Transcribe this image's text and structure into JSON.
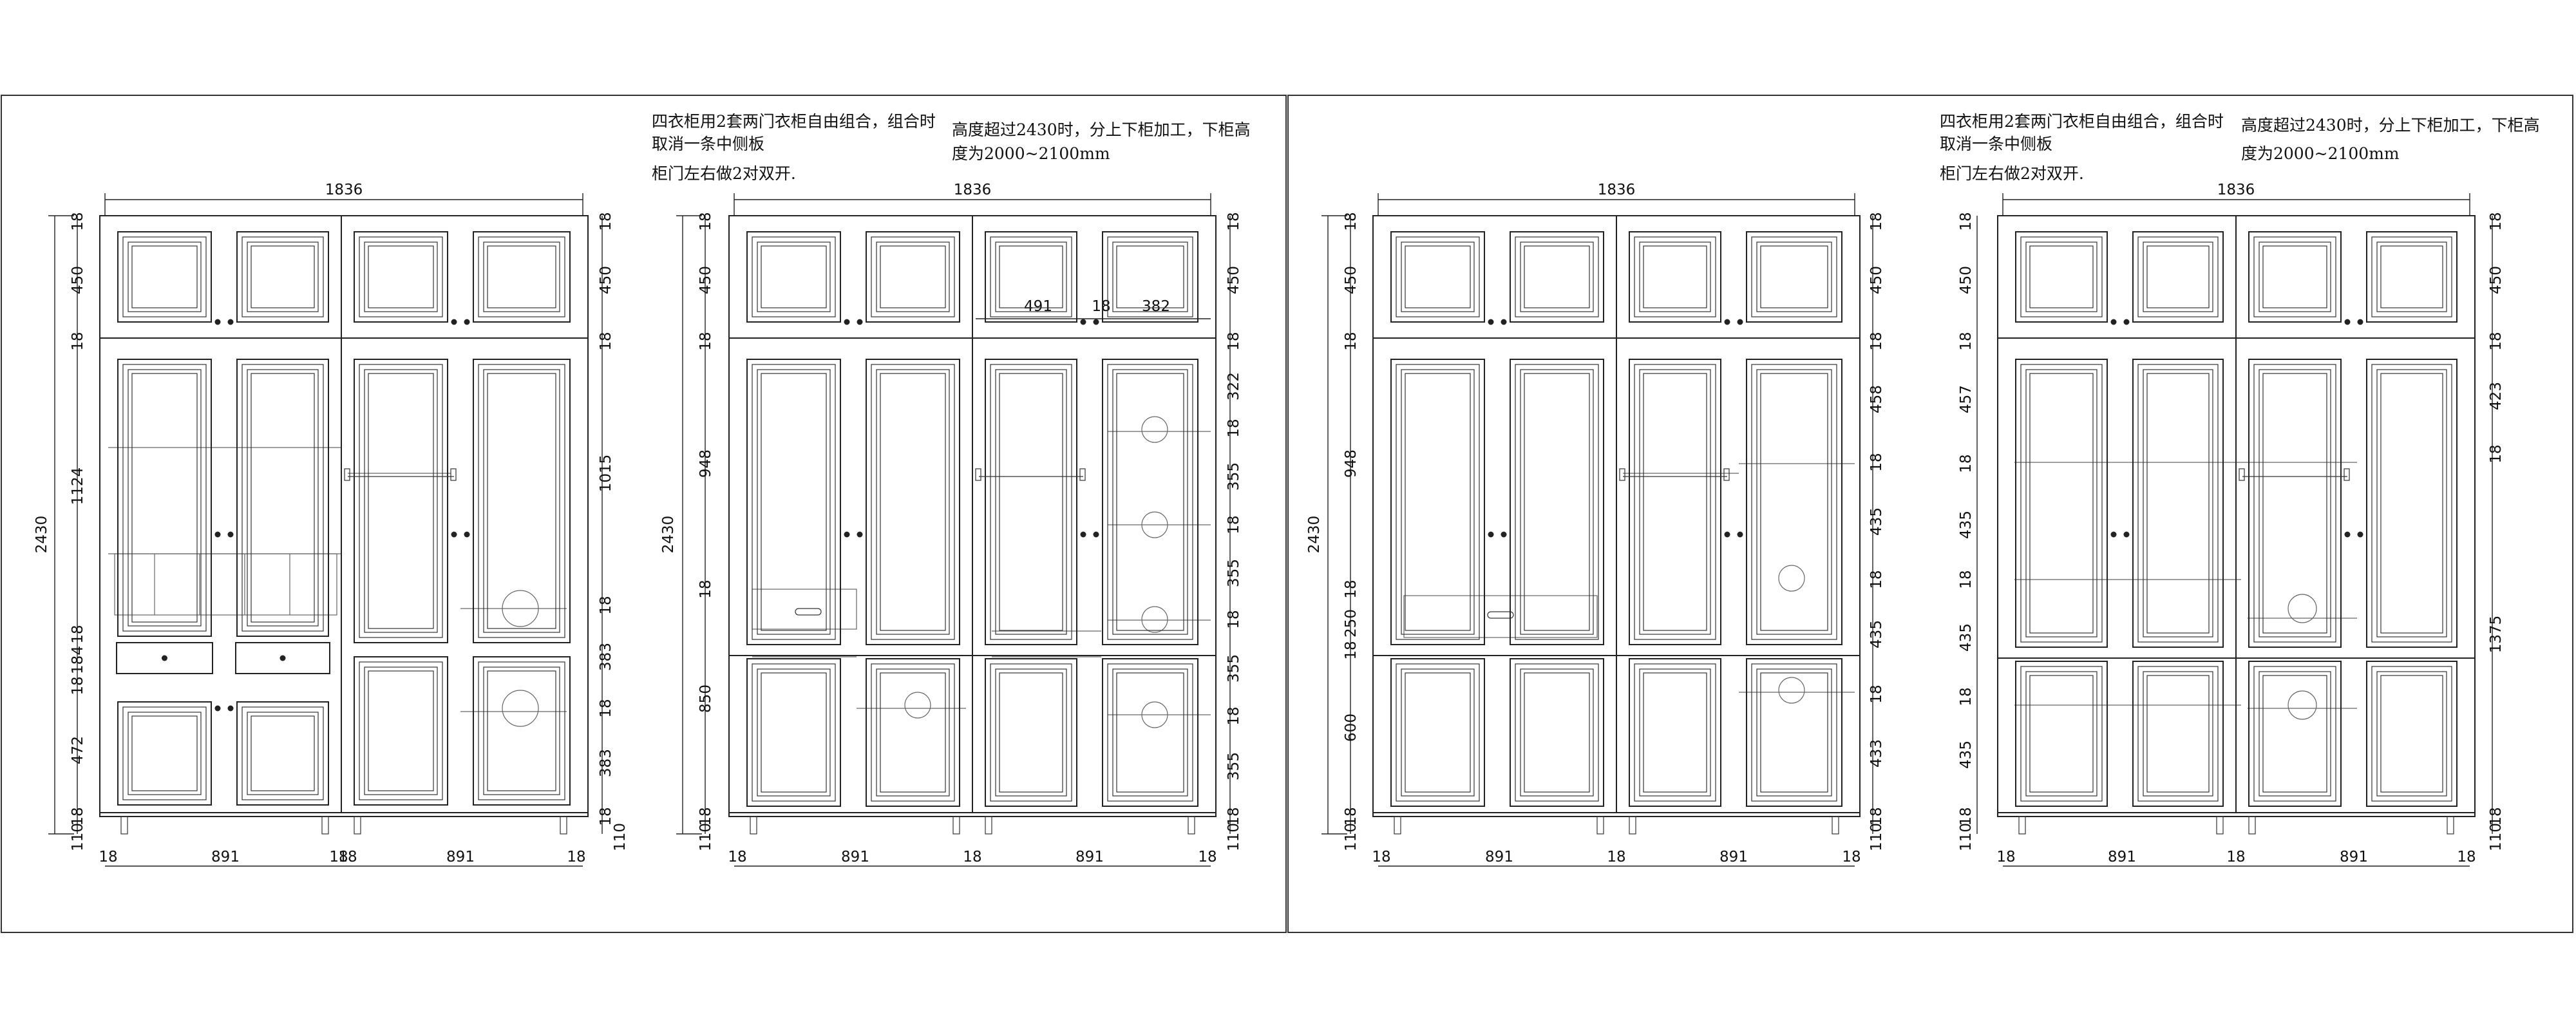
{
  "panels": [
    {
      "notes": [],
      "top_width": "1836",
      "total_height": "2430",
      "bottom_widths": [
        "18",
        "891",
        "18",
        "18",
        "891",
        "18"
      ],
      "left_dims": [
        "18",
        "450",
        "18",
        "1124",
        "18",
        "184",
        "18",
        "472",
        "18",
        "110"
      ],
      "right_dims": [
        "18",
        "450",
        "18",
        "1015",
        "18",
        "383",
        "18",
        "383",
        "18",
        "110"
      ],
      "inner_dims": []
    },
    {
      "notes": [
        "四衣柜用2套两门衣柜自由组合，组合时",
        "取消一条中侧板",
        "柜门左右做2对双开.",
        "高度超过2430时，分上下柜加工，下柜高",
        "度为2000~2100mm"
      ],
      "top_width": "1836",
      "total_height": "2430",
      "bottom_widths": [
        "18",
        "891",
        "18",
        "891",
        "18"
      ],
      "left_dims": [
        "18",
        "450",
        "18",
        "948",
        "18",
        "850",
        "18",
        "110"
      ],
      "right_dims": [
        "18",
        "450",
        "18",
        "322",
        "18",
        "355",
        "18",
        "355",
        "18",
        "355",
        "18",
        "355",
        "18",
        "110"
      ],
      "inner_dims": [
        "491",
        "18",
        "382"
      ]
    },
    {
      "notes": [],
      "top_width": "1836",
      "total_height": "2430",
      "bottom_widths": [
        "18",
        "891",
        "18",
        "891",
        "18"
      ],
      "left_dims": [
        "18",
        "450",
        "18",
        "948",
        "18",
        "250",
        "18",
        "600",
        "18",
        "110"
      ],
      "right_dims": [
        "18",
        "450",
        "18",
        "458",
        "18",
        "435",
        "18",
        "435",
        "18",
        "433",
        "18",
        "110"
      ],
      "inner_dims": []
    },
    {
      "notes": [
        "四衣柜用2套两门衣柜自由组合，组合时",
        "取消一条中侧板",
        "柜门左右做2对双开.",
        "高度超过2430时，分上下柜加工，下柜高",
        "度为2000~2100mm"
      ],
      "top_width": "1836",
      "total_height": "",
      "bottom_widths": [
        "18",
        "891",
        "18",
        "891",
        "18"
      ],
      "left_dims": [
        "18",
        "450",
        "18",
        "457",
        "18",
        "435",
        "18",
        "435",
        "18",
        "435",
        "18",
        "110"
      ],
      "right_dims": [
        "18",
        "450",
        "18",
        "423",
        "18",
        "1375",
        "18",
        "110"
      ],
      "inner_dims": []
    }
  ]
}
